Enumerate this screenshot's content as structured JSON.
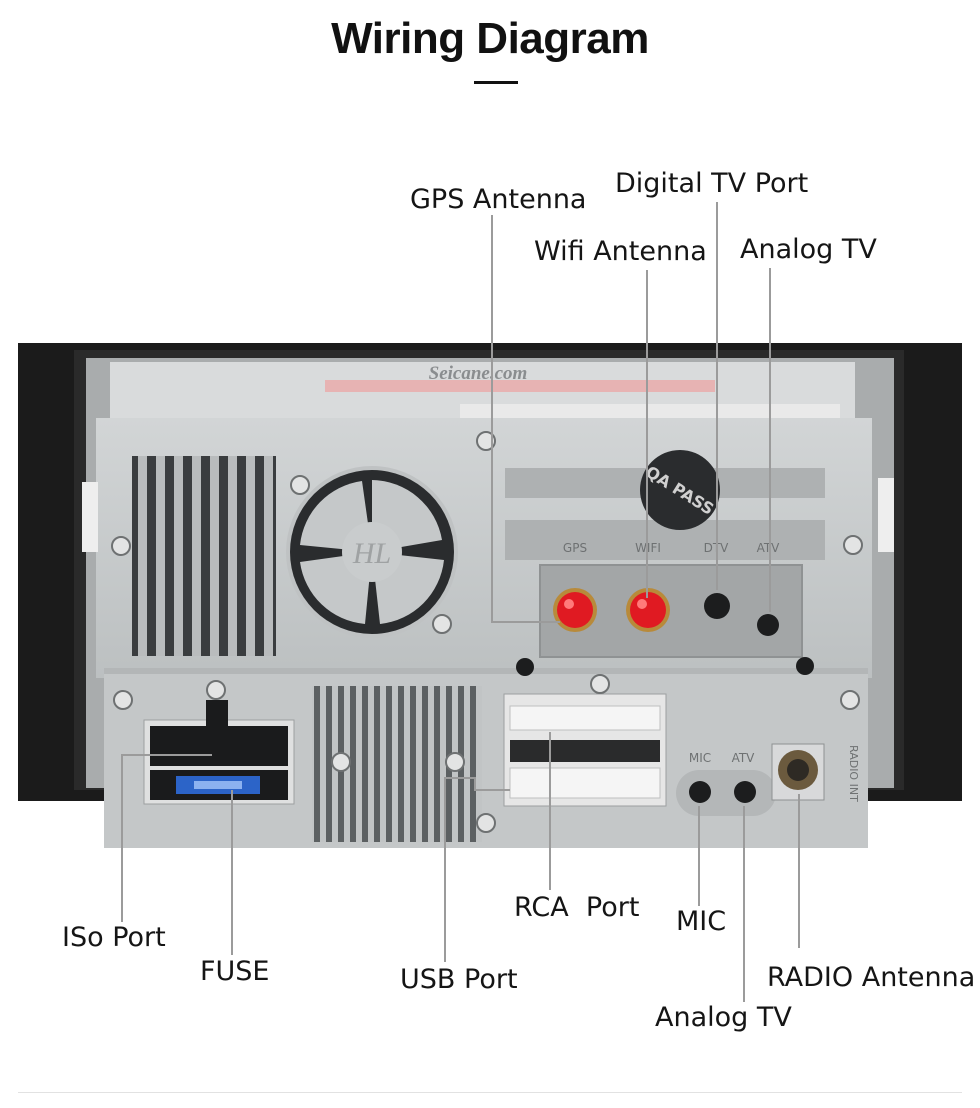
{
  "title": "Wiring Diagram",
  "device": {
    "brand_watermark": "Seicane.com",
    "fan_logo": "HL",
    "qa_sticker": "QA PASS",
    "port_markings": [
      "GPS",
      "WIFI",
      "DTV",
      "ATV"
    ],
    "lower_markings": [
      "MIC",
      "ATV",
      "RADIO INT"
    ]
  },
  "labels": {
    "gps_antenna": "GPS Antenna",
    "digital_tv_port": "Digital TV Port",
    "wifi_antenna": "Wifi Antenna",
    "analog_tv_top": "Analog TV",
    "iso_port": "ISo Port",
    "fuse": "FUSE",
    "usb_port": "USB Port",
    "rca_port": "RCA  Port",
    "mic": "MIC",
    "radio_antenna": "RADIO Antenna",
    "analog_tv_bottom": "Analog TV"
  },
  "colors": {
    "panel": "#c7cacb",
    "bezel": "#1b1b1b",
    "antenna_cap": "#e01a22",
    "fuse": "#2c64c8"
  }
}
